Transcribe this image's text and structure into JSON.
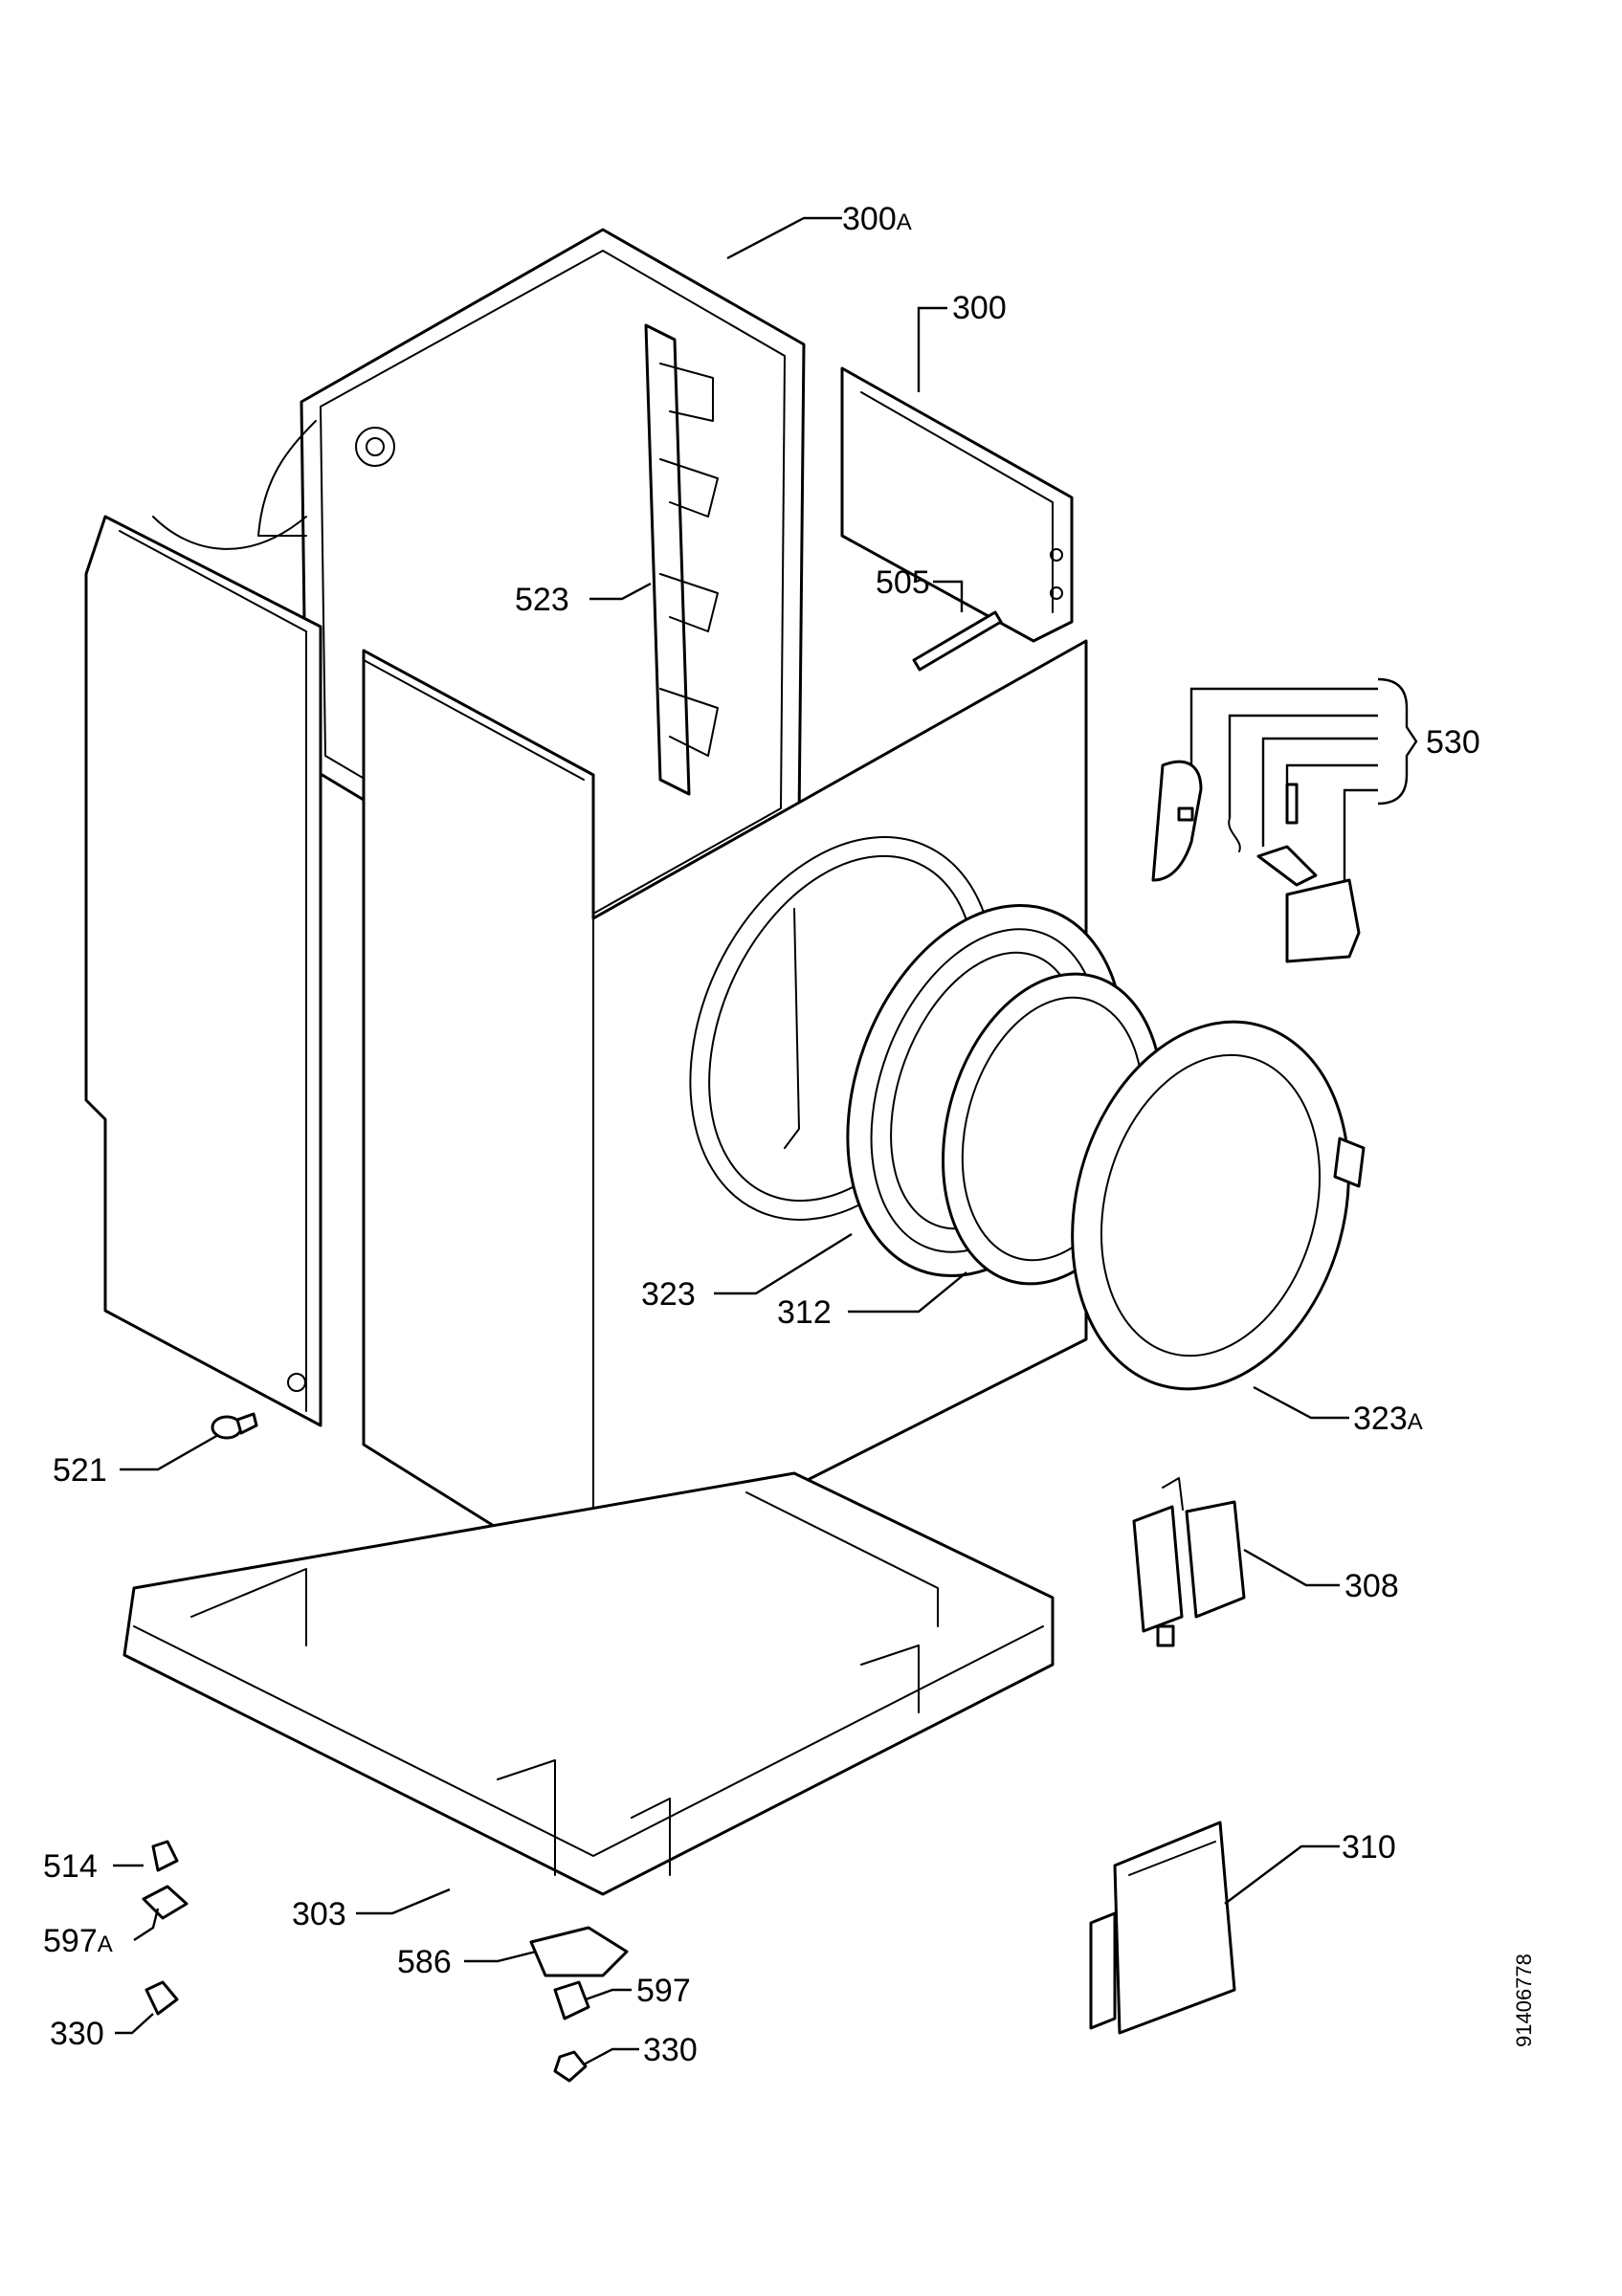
{
  "labels": {
    "l300A": {
      "num": "300",
      "suffix": "A"
    },
    "l300": "300",
    "l523": "523",
    "l505": "505",
    "l530": "530",
    "l323": "323",
    "l312": "312",
    "l323A": {
      "num": "323",
      "suffix": "A"
    },
    "l521": "521",
    "l308": "308",
    "l310": "310",
    "l514": "514",
    "l597A": {
      "num": "597",
      "suffix": "A"
    },
    "l303": "303",
    "l586": "586",
    "l597": "597",
    "l330a": "330",
    "l330b": "330"
  },
  "doc_number": "91406778"
}
